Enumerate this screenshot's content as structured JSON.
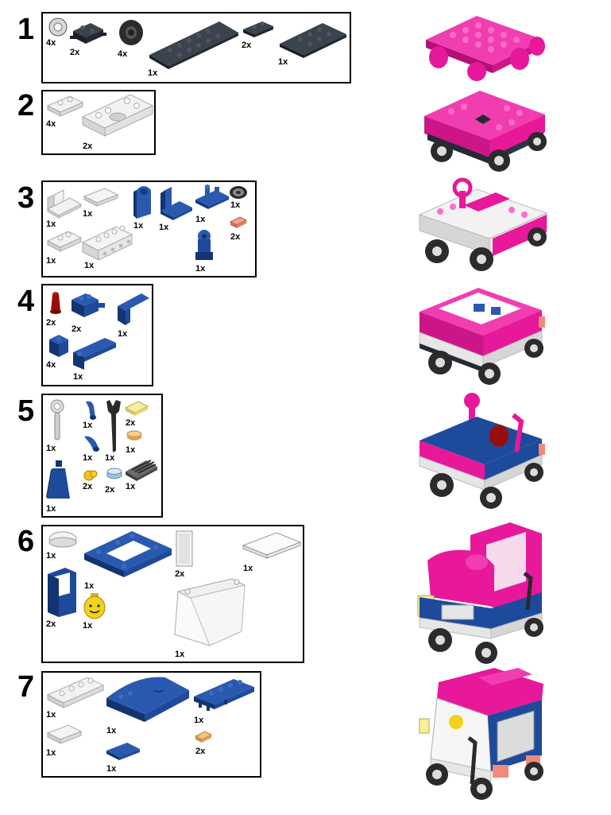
{
  "colors": {
    "black_part": "#232a33",
    "white_part": "#e6e6e6",
    "blue_part": "#1e4a9c",
    "magenta": "#e7189a",
    "dark_red": "#9a0d0d",
    "tan": "#f2c47a",
    "yellow": "#f2d21c",
    "light_yellow": "#f7ef9a",
    "light_blue": "#b9d4e6",
    "salmon": "#f08a7a",
    "grey_tire": "#2b2b2b"
  },
  "steps": [
    {
      "number": "1",
      "parts": [
        {
          "icon": "wheel-hub-icon",
          "qty": "4x"
        },
        {
          "icon": "axle-plate-icon",
          "qty": "2x"
        },
        {
          "icon": "tire-icon",
          "qty": "4x"
        },
        {
          "icon": "long-plate-icon",
          "qty": "1x"
        },
        {
          "icon": "small-plate-icon",
          "qty": "2x"
        },
        {
          "icon": "plate-icon",
          "qty": "1x"
        }
      ]
    },
    {
      "number": "2",
      "parts": [
        {
          "icon": "white-plate-icon",
          "qty": "4x"
        },
        {
          "icon": "mudguard-icon",
          "qty": "2x"
        }
      ]
    },
    {
      "number": "3",
      "parts": [
        {
          "icon": "white-bracket-icon",
          "qty": "1x"
        },
        {
          "icon": "white-tile-icon",
          "qty": "1x"
        },
        {
          "icon": "blue-seat-icon",
          "qty": "1x"
        },
        {
          "icon": "blue-bracket-icon",
          "qty": "1x"
        },
        {
          "icon": "blue-clip-plate-icon",
          "qty": "1x"
        },
        {
          "icon": "steering-wheel-icon",
          "qty": "1x"
        },
        {
          "icon": "salmon-tile-icon",
          "qty": "2x"
        },
        {
          "icon": "white-plate-small-icon",
          "qty": "1x"
        },
        {
          "icon": "white-technic-brick-icon",
          "qty": "1x"
        },
        {
          "icon": "blue-hinge-icon",
          "qty": "1x"
        }
      ]
    },
    {
      "number": "4",
      "parts": [
        {
          "icon": "red-cone-icon",
          "qty": "2x"
        },
        {
          "icon": "blue-clip-brick-icon",
          "qty": "2x"
        },
        {
          "icon": "blue-panel-icon",
          "qty": "1x"
        },
        {
          "icon": "blue-brick-icon",
          "qty": "4x"
        },
        {
          "icon": "blue-long-panel-icon",
          "qty": "1x"
        }
      ]
    },
    {
      "number": "5",
      "parts": [
        {
          "icon": "magnifier-icon",
          "qty": "1x"
        },
        {
          "icon": "blue-arm-icon",
          "qty": "1x"
        },
        {
          "icon": "wrench-icon",
          "qty": "1x"
        },
        {
          "icon": "yellow-tile-icon",
          "qty": "2x"
        },
        {
          "icon": "tan-round-icon",
          "qty": "1x"
        },
        {
          "icon": "blue-arm-2-icon",
          "qty": "1x"
        },
        {
          "icon": "minifig-torso-icon",
          "qty": "1x"
        },
        {
          "icon": "yellow-hands-icon",
          "qty": "2x"
        },
        {
          "icon": "lightblue-round-icon",
          "qty": "2x"
        },
        {
          "icon": "grille-tile-icon",
          "qty": "1x"
        }
      ]
    },
    {
      "number": "6",
      "parts": [
        {
          "icon": "white-cap-icon",
          "qty": "1x"
        },
        {
          "icon": "blue-frame-plate-icon",
          "qty": "1x"
        },
        {
          "icon": "window-glass-icon",
          "qty": "2x"
        },
        {
          "icon": "clear-panel-icon",
          "qty": "1x"
        },
        {
          "icon": "blue-window-frame-icon",
          "qty": "2x"
        },
        {
          "icon": "minifig-head-icon",
          "qty": "1x"
        },
        {
          "icon": "windscreen-icon",
          "qty": "1x"
        }
      ]
    },
    {
      "number": "7",
      "parts": [
        {
          "icon": "white-plate-long-icon",
          "qty": "1x"
        },
        {
          "icon": "blue-curved-roof-icon",
          "qty": "1x"
        },
        {
          "icon": "blue-clip-plate-long-icon",
          "qty": "1x"
        },
        {
          "icon": "white-tile-small-icon",
          "qty": "1x"
        },
        {
          "icon": "blue-tile-icon",
          "qty": "1x"
        },
        {
          "icon": "tan-tile-icon",
          "qty": "2x"
        }
      ]
    }
  ]
}
